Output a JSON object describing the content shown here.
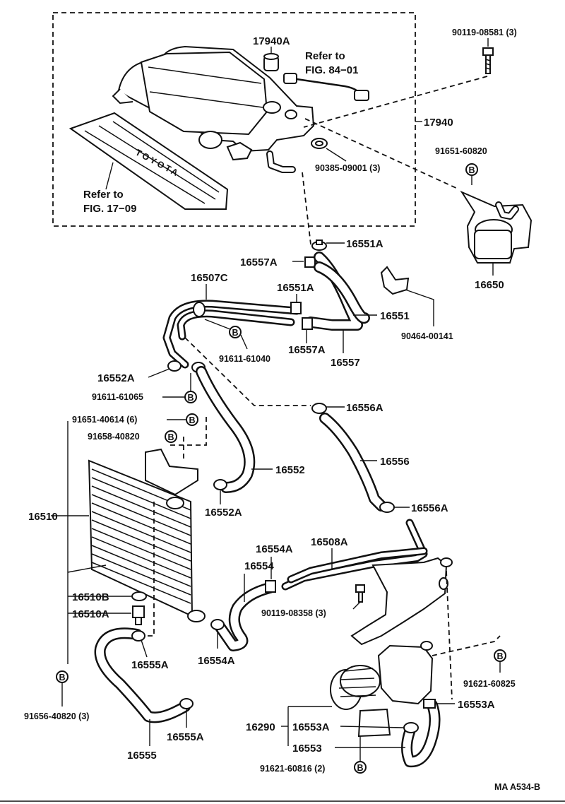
{
  "diagram_id": "MA A534-B",
  "labels": {
    "p17940A": "17940A",
    "refer1": "Refer to",
    "refer1b": "FIG. 84−01",
    "bolt90119": "90119-08581 (3)",
    "p17940": "17940",
    "p91651_60820": "91651-60820",
    "p90385": "90385-09001 (3)",
    "refer2": "Refer to",
    "refer2b": "FIG. 17−09",
    "p16650": "16650",
    "p16551A_top": "16551A",
    "p16557A_top": "16557A",
    "p16507C": "16507C",
    "p16551A_mid": "16551A",
    "p16551": "16551",
    "p90464": "90464-00141",
    "p91611_61040": "91611-61040",
    "p16557A_bot": "16557A",
    "p16557": "16557",
    "p16552A_top": "16552A",
    "p91611_61065": "91611-61065",
    "p16556A_top": "16556A",
    "p91651_40614": "91651-40614 (6)",
    "p91658_40820": "91658-40820",
    "p16552": "16552",
    "p16556": "16556",
    "p16510": "16510",
    "p16552A_bot": "16552A",
    "p16556A_bot": "16556A",
    "p16554A_top": "16554A",
    "p16508A": "16508A",
    "p16554": "16554",
    "p16510B": "16510B",
    "p16510A": "16510A",
    "p90119_08358": "90119-08358 (3)",
    "p16555A_top": "16555A",
    "p16554A_bot": "16554A",
    "p91621_60825": "91621-60825",
    "p16553A_right": "16553A",
    "p91656_40820": "91656-40820 (3)",
    "p16290": "16290",
    "p16553A_mid": "16553A",
    "p16553": "16553",
    "p16555A_bot": "16555A",
    "p16555": "16555",
    "p91621_60816": "91621-60816 (2)",
    "badge": "B",
    "toyota": "TOYOTA"
  }
}
